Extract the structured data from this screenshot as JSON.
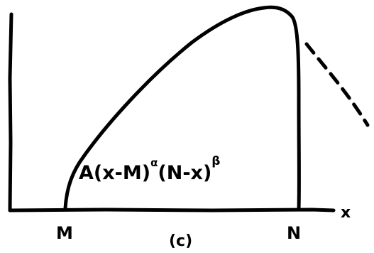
{
  "labels": {
    "formula": "A(x-M)^α(N-x)^β",
    "formula_base": "A(x-M)",
    "formula_alpha": "α",
    "formula_mid": "(N-x)",
    "formula_beta": "β",
    "axis_x": "x",
    "point_m": "M",
    "point_n": "N",
    "panel": "(c)"
  }
}
